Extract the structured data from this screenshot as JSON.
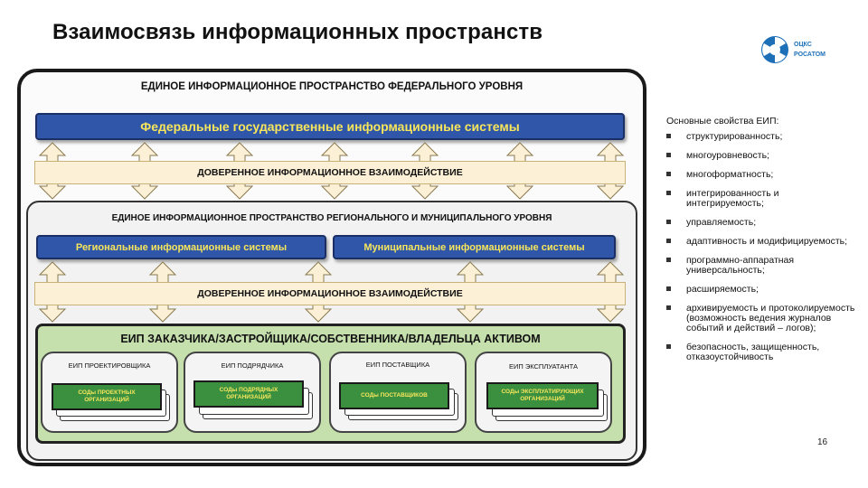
{
  "title": "Взаимосвязь информационных пространств",
  "logo": {
    "icon": "rosatom-logo-icon",
    "line1": "ОЦКС",
    "line2": "РОСАТОМ",
    "brand_color": "#1d6fb8"
  },
  "diagram": {
    "federal_space_title": "ЕДИНОЕ ИНФОРМАЦИОННОЕ ПРОСТРАНСТВО ФЕДЕРАЛЬНОГО УРОВНЯ",
    "federal_systems": "Федеральные государственные информационные системы",
    "trusted_interaction_1": "ДОВЕРЕННОЕ ИНФОРМАЦИОННОЕ ВЗАИМОДЕЙСТВИЕ",
    "regional_space_title": "ЕДИНОЕ ИНФОРМАЦИОННОЕ ПРОСТРАНСТВО РЕГИОНАЛЬНОГО И МУНИЦИПАЛЬНОГО УРОВНЯ",
    "regional_systems": "Региональные информационные системы",
    "municipal_systems": "Муниципальные информационные системы",
    "trusted_interaction_2": "ДОВЕРЕННОЕ ИНФОРМАЦИОННОЕ ВЗАИМОДЕЙСТВИЕ",
    "eip_title": "ЕИП ЗАКАЗЧИКА/ЗАСТРОЙЩИКА/СОБСТВЕННИКА/ВЛАДЕЛЬЦА АКТИВОМ",
    "sub_spaces": [
      {
        "title": "ЕИП ПРОЕКТИРОВЩИКА",
        "card": "СОДы ПРОЕКТНЫХ ОРГАНИЗАЦИЙ"
      },
      {
        "title": "ЕИП ПОДРЯДЧИКА",
        "card": "СОДы ПОДРЯДНЫХ ОРГАНИЗАЦИЙ"
      },
      {
        "title": "ЕИП ПОСТАВЩИКА",
        "card": "СОДы ПОСТАВЩИКОВ"
      },
      {
        "title": "ЕИП ЭКСПЛУАТАНТА",
        "card": "СОДы ЭКСПЛУАТИРУЮЩИХ ОРГАНИЗАЦИЙ"
      }
    ],
    "colors": {
      "blue_bar": "#2f56a8",
      "blue_bar_text": "#f7e65c",
      "trust_bar": "#fcf1d6",
      "arrow_fill": "#fcf1d6",
      "eip_bg": "#c5dfad",
      "card_green": "#3b9040"
    }
  },
  "properties": {
    "title": "Основные свойства ЕИП:",
    "items": [
      "структурированность;",
      "многоуровневость;",
      "многоформатность;",
      "интегрированность и интегрируемость;",
      "управляемость;",
      "адаптивность и модифицируемость;",
      "программно-аппаратная универсальность;",
      "расширяемость;",
      "архивируемость и протоколируемость (возможность ведения журналов событий и действий – логов);",
      "безопасность, защищенность, отказоустойчивость"
    ]
  },
  "page_number": "16"
}
